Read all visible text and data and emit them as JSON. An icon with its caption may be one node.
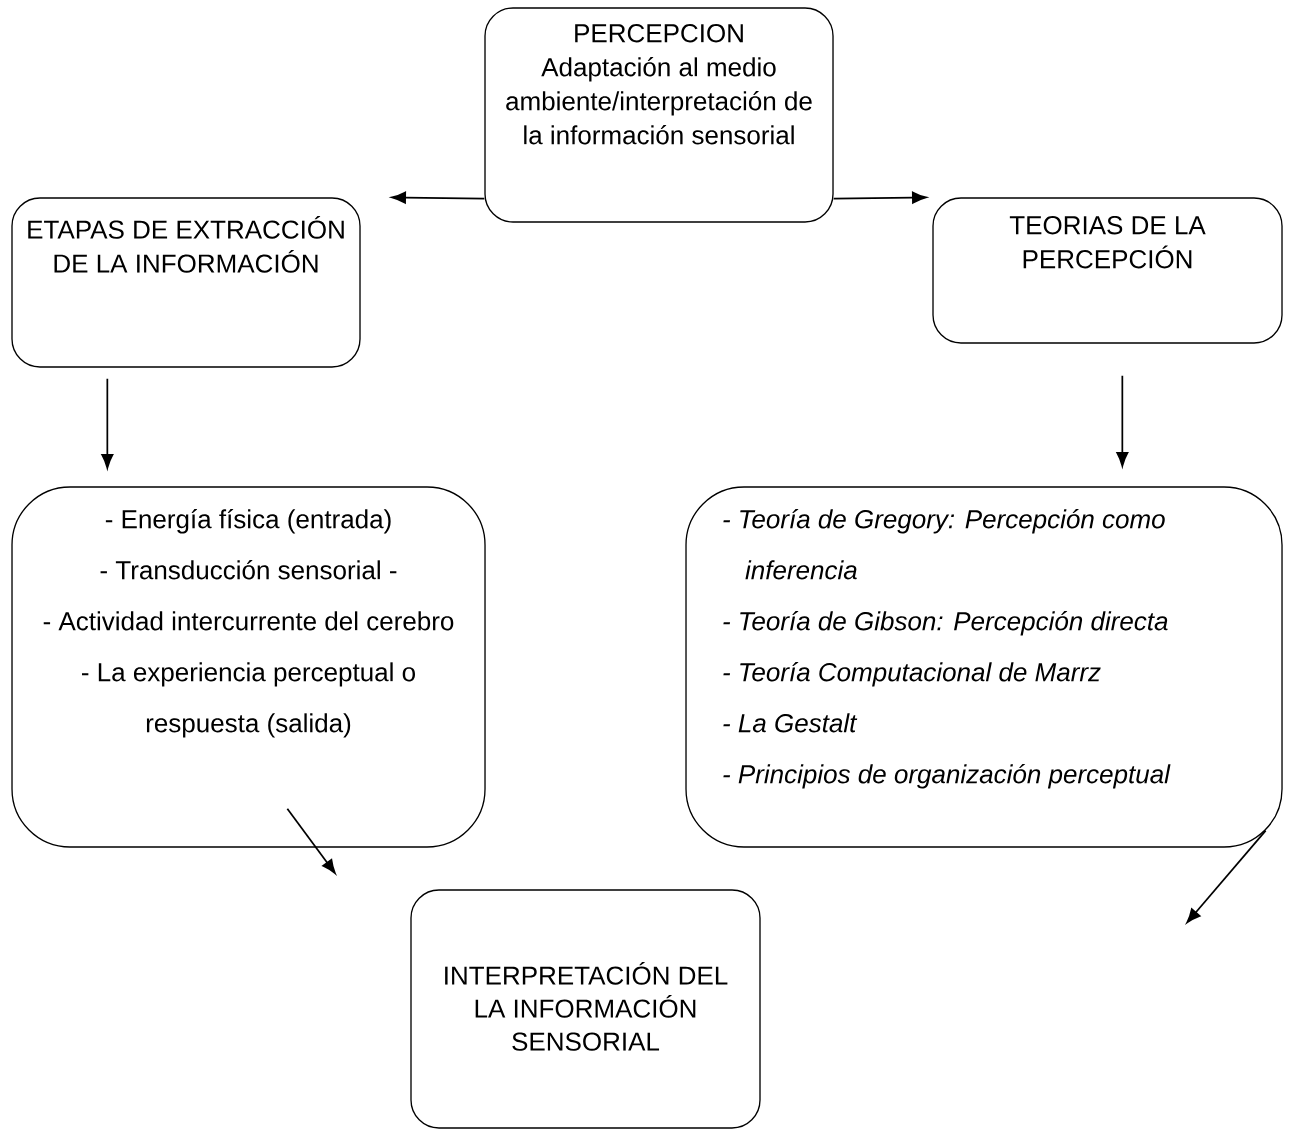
{
  "diagram": {
    "nodes": [
      {
        "text": [
          "PERCEPCION",
          "Adaptación al medio ambiente/interpretación de la información sensorial"
        ]
      },
      {
        "text": [
          "ETAPAS DE EXTRACCIÓN DE LA INFORMACIÓN"
        ]
      },
      {
        "text": [
          "TEORIAS DE LA PERCEPCIÓN"
        ]
      },
      {
        "text": [
          "- Energía física (entrada)",
          "- Transducción sensorial -",
          "- Actividad intercurrente del cerebro",
          "- La experiencia perceptual o respuesta (salida)"
        ]
      },
      {
        "text": [
          "- Teoría de Gregory: Percepción como inferencia",
          "- Teoría de Gibson: Percepción directa",
          "- Teoría Computacional de Marrz",
          "- La Gestalt",
          "- Principios de organización perceptual"
        ]
      },
      {
        "text": [
          "INTERPRETACIÓN DEL LA INFORMACIÓN SENSORIAL"
        ]
      }
    ],
    "edges": [
      {
        "from": 0,
        "to": 1,
        "arrow": "to"
      },
      {
        "from": 0,
        "to": 2,
        "arrow": "to"
      },
      {
        "from": 1,
        "to": 3,
        "arrow": "to"
      },
      {
        "from": 2,
        "to": 4,
        "arrow": "to"
      },
      {
        "from": 3,
        "to": null,
        "arrow": "to"
      },
      {
        "from": 4,
        "to": null,
        "arrow": "to"
      }
    ]
  }
}
